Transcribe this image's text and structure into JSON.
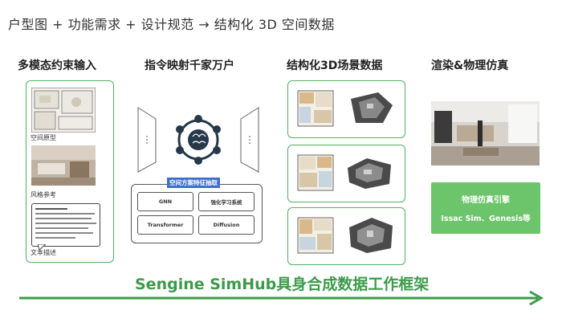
{
  "headline": "户型图 + 功能需求 + 设计规范 → 结构化 3D 空间数据",
  "columns": [
    {
      "title": "多模态约束输入"
    },
    {
      "title": "指令映射千家万户"
    },
    {
      "title": "结构化3D场景数据"
    },
    {
      "title": "渲染&物理仿真"
    }
  ],
  "inputs": {
    "space_label": "空间原型",
    "style_label": "风格参考",
    "text_label": "文本描述"
  },
  "mapping": {
    "feature_label": "空间方案特征抽取",
    "modules": [
      "GNN",
      "强化学习系统",
      "Transformer",
      "Diffusion"
    ]
  },
  "physics": {
    "title": "物理仿真引擎",
    "engines": "Issac Sim、Genesis等"
  },
  "framework_label": "Sengine SimHub具身合成数据工作框架",
  "colors": {
    "accent": "#52b062",
    "arrow": "#3c9b4a"
  }
}
